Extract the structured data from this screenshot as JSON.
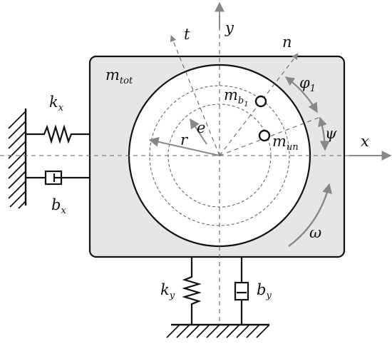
{
  "labels": {
    "mtot_main": "m",
    "mtot_sub": "tot",
    "kx_main": "k",
    "kx_sub": "x",
    "bx_main": "b",
    "bx_sub": "x",
    "ky_main": "k",
    "ky_sub": "y",
    "by_main": "b",
    "by_sub": "y",
    "t": "t",
    "y": "y",
    "n": "n",
    "x": "x",
    "r": "r",
    "e": "e",
    "mb1_main": "m",
    "mb1_sub": "b",
    "mb1_subsub": "1",
    "mun_main": "m",
    "mun_sub": "un",
    "phi1_main": "φ",
    "phi1_sub": "1",
    "psi": "ψ",
    "omega": "ω"
  },
  "colors": {
    "housing_fill": "#e6e6e6",
    "stroke": "#111111",
    "arrow_gray": "#888888",
    "dashed": "#666666"
  }
}
